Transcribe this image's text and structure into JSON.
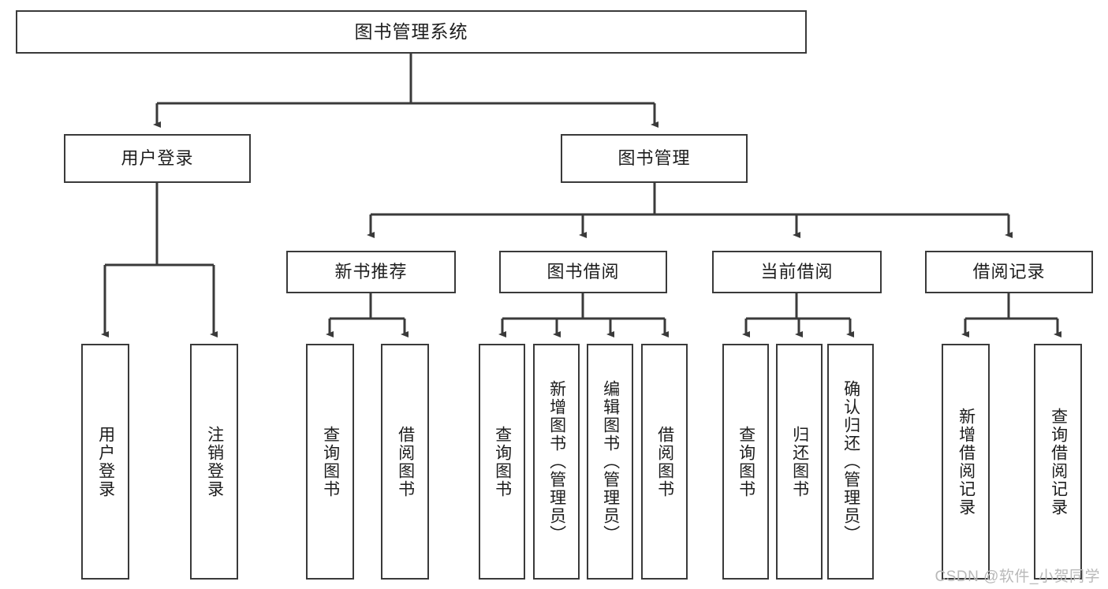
{
  "diagram": {
    "title": "图书管理系统",
    "type": "tree",
    "watermark": "CSDN @软件_小贺同学",
    "levels": {
      "root": "图书管理系统",
      "level2": [
        "用户登录",
        "图书管理"
      ],
      "level3": [
        "新书推荐",
        "图书借阅",
        "当前借阅",
        "借阅记录"
      ],
      "level4": [
        "用户登录",
        "注销登录",
        "查询图书",
        "借阅图书",
        "查询图书",
        "新增图书（管理员）",
        "编辑图书（管理员）",
        "借阅图书",
        "查询图书",
        "归还图书",
        "确认归还（管理员）",
        "新增借阅记录",
        "查询借阅记录"
      ]
    },
    "nodes": {
      "root": {
        "label": "图书管理系统"
      },
      "user_login": {
        "label": "用户登录"
      },
      "book_manage": {
        "label": "图书管理"
      },
      "new_book_rec": {
        "label": "新书推荐"
      },
      "book_borrow": {
        "label": "图书借阅"
      },
      "current_borrow": {
        "label": "当前借阅"
      },
      "borrow_record": {
        "label": "借阅记录"
      },
      "leaf_user_login": {
        "label": "用户登录"
      },
      "leaf_logout": {
        "label": "注销登录"
      },
      "leaf_query_book_1": {
        "label": "查询图书"
      },
      "leaf_borrow_book_1": {
        "label": "借阅图书"
      },
      "leaf_query_book_2": {
        "label": "查询图书"
      },
      "leaf_add_book": {
        "label": "新增图书（管理员）"
      },
      "leaf_edit_book": {
        "label": "编辑图书（管理员）"
      },
      "leaf_borrow_book_2": {
        "label": "借阅图书"
      },
      "leaf_query_book_3": {
        "label": "查询图书"
      },
      "leaf_return_book": {
        "label": "归还图书"
      },
      "leaf_confirm_return": {
        "label": "确认归还（管理员）"
      },
      "leaf_add_record": {
        "label": "新增借阅记录"
      },
      "leaf_query_record": {
        "label": "查询借阅记录"
      }
    },
    "colors": {
      "border": "#3a3a3a",
      "text": "#1d1d1d",
      "background": "#ffffff",
      "watermark": "#b9b9b9"
    }
  }
}
